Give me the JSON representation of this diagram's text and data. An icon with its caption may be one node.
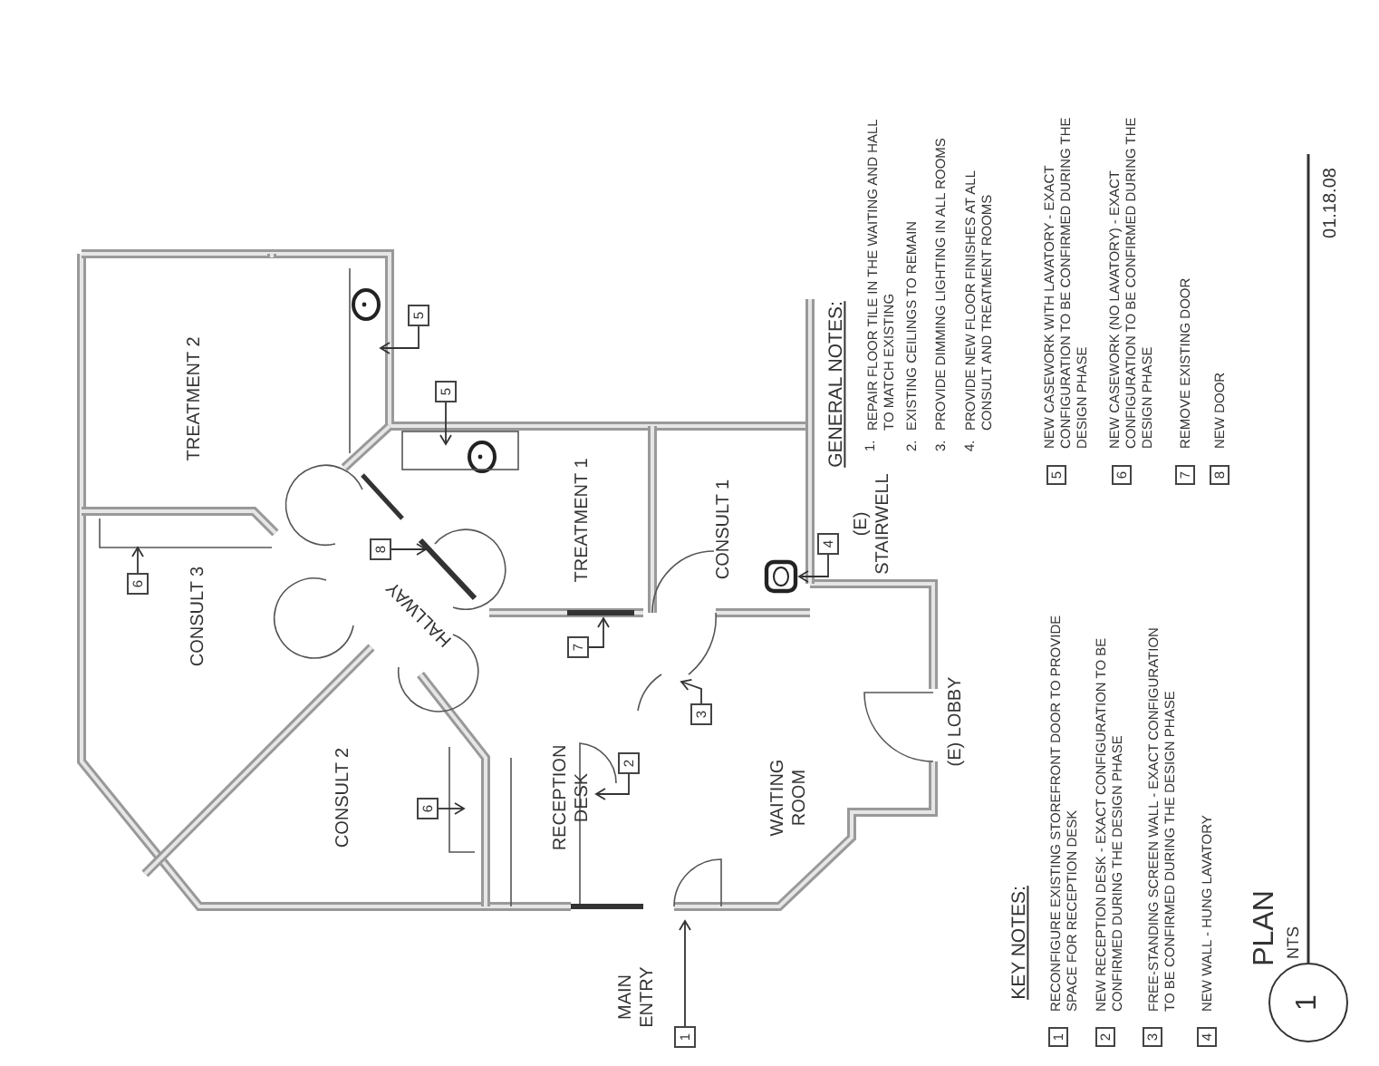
{
  "diagram": {
    "nodes": [
      {
        "text": [
          "1"
        ]
      },
      {
        "text": [
          "2"
        ]
      },
      {
        "text": [
          "3"
        ]
      },
      {
        "text": [
          "4"
        ]
      },
      {
        "text": [
          "5"
        ]
      },
      {
        "text": [
          "5"
        ]
      },
      {
        "text": [
          "6"
        ]
      },
      {
        "text": [
          "6"
        ]
      },
      {
        "text": [
          "7"
        ]
      },
      {
        "text": [
          "8"
        ]
      },
      {
        "text": [
          "1"
        ],
        "beside": [
          "PLAN",
          "NTS"
        ]
      },
      {
        "text": [
          "RECEPTION DESK"
        ]
      },
      {
        "text": [],
        "shape": "picture"
      },
      {
        "text": [],
        "shape": "bar"
      },
      {
        "text": [],
        "shape": "bar"
      },
      {
        "text": [],
        "shape": "box"
      }
    ],
    "edges": [
      {
        "from": 0,
        "to": null,
        "arrow": "to"
      },
      {
        "from": 1,
        "to": 11,
        "arrow": "to"
      },
      {
        "from": 2,
        "to": null,
        "arrow": "to"
      },
      {
        "from": 3,
        "to": 12,
        "arrow": "to"
      },
      {
        "from": 4,
        "to": null,
        "arrow": "to"
      },
      {
        "from": 5,
        "to": 15,
        "arrow": "to"
      },
      {
        "from": 6,
        "to": null,
        "arrow": "to"
      },
      {
        "from": 7,
        "to": null,
        "arrow": "to"
      },
      {
        "from": 8,
        "to": 13,
        "arrow": "to"
      },
      {
        "from": 9,
        "to": 14,
        "arrow": "to"
      }
    ],
    "labels": [
      "TREATMENT 2",
      "CONSULT 3",
      "CONSULT 2",
      "HALLWAY",
      "TREATMENT 1",
      "CONSULT 1",
      "WAITING ROOM",
      "(E) STAIRWELL",
      "(E) LOBBY",
      "MAIN ENTRY",
      "GENERAL NOTES:",
      "1.",
      "REPAIR FLOOR TILE IN THE WAITING AND HALL TO MATCH EXISTING",
      "2.",
      "EXISTING CEILINGS TO REMAIN",
      "3.",
      "PROVIDE DIMMING LIGHTING IN ALL ROOMS",
      "4.",
      "PROVIDE NEW FLOOR FINISHES AT ALL CONSULT AND TREATMENT ROOMS",
      "KEY NOTES:",
      "1",
      "RECONFIGURE EXISTING STOREFRONT DOOR TO PROVIDE SPACE FOR RECEPTION DESK",
      "2",
      "NEW RECEPTION DESK - EXACT CONFIGURATION TO BE CONFIRMED DURING THE DESIGN PHASE",
      "3",
      "FREE-STANDING SCREEN WALL - EXACT CONFIGURATION TO BE CONFIRMED DURING THE DESIGN PHASE",
      "4",
      "NEW WALL - HUNG LAVATORY",
      "5",
      "NEW CASEWORK WITH LAVATORY - EXACT CONFIGURATION TO BE CONFIRMED DURING THE DESIGN PHASE",
      "6",
      "NEW CASEWORK (NO LAVATORY) - EXACT CONFIGURATION TO BE CONFIRMED DURING THE DESIGN PHASE",
      "7",
      "REMOVE EXISTING DOOR",
      "8",
      "NEW DOOR",
      "01.18.08"
    ]
  }
}
